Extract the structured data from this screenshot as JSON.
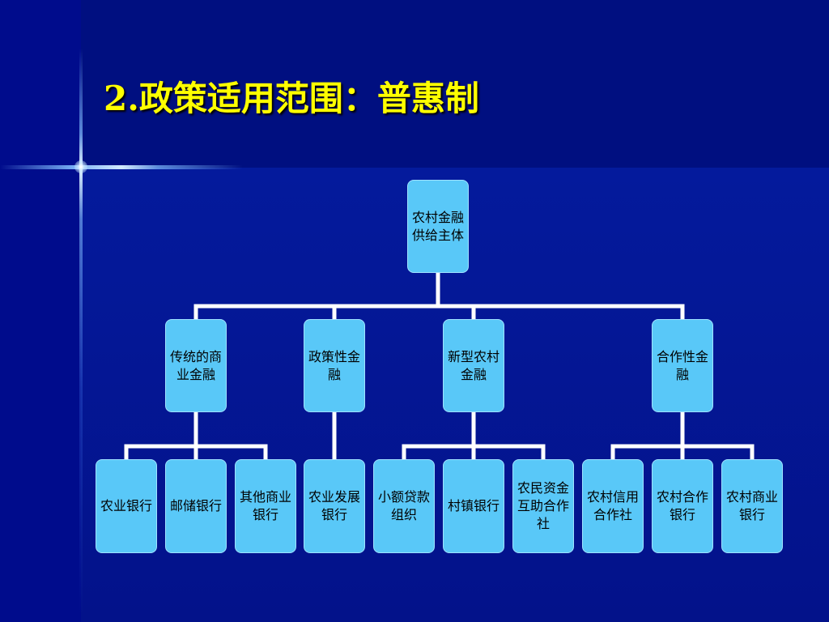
{
  "slide": {
    "title": "2.政策适用范围：普惠制"
  },
  "colors": {
    "background": "#000a7a",
    "title": "#ffff00",
    "node_fill": "#59c8f8",
    "connector": "#ffffff"
  },
  "tree": {
    "root": "农村金融供给主体",
    "groups": [
      {
        "label": "传统的商业金融",
        "children": [
          "农业银行",
          "邮储银行",
          "其他商业银行"
        ]
      },
      {
        "label": "政策性金融",
        "children": [
          "农业发展银行"
        ]
      },
      {
        "label": "新型农村金融",
        "children": [
          "小额贷款组织",
          "村镇银行",
          "农民资金互助合作社"
        ]
      },
      {
        "label": "合作性金融",
        "children": [
          "农村信用合作社",
          "农村合作银行",
          "农村商业银行"
        ]
      }
    ]
  }
}
